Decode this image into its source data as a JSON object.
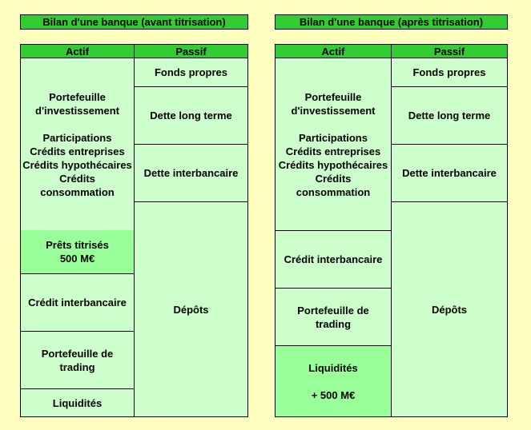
{
  "before": {
    "title": "Bilan d'une banque (avant titrisation)",
    "actif_header": "Actif",
    "passif_header": "Passif",
    "actif": {
      "portefeuille_line1": "Portefeuille",
      "portefeuille_line2": "d'investissement",
      "participations": "Participations",
      "credits_entreprises": "Crédits entreprises",
      "credits_hypothecaires": "Crédits hypothécaires",
      "credits": "Crédits",
      "consommation": "consommation",
      "prets_titrises": "Prêts titrisés",
      "prets_amount": "500 M€",
      "credit_interbancaire": "Crédit interbancaire",
      "trading_line1": "Portefeuille de",
      "trading_line2": "trading",
      "liquidites": "Liquidités"
    },
    "passif": {
      "fonds_propres": "Fonds propres",
      "dette_long_terme": "Dette long terme",
      "dette_interbancaire": "Dette interbancaire",
      "depots": "Dépôts"
    }
  },
  "after": {
    "title": "Bilan d'une banque (après titrisation)",
    "actif_header": "Actif",
    "passif_header": "Passif",
    "actif": {
      "portefeuille_line1": "Portefeuille",
      "portefeuille_line2": "d'investissement",
      "participations": "Participations",
      "credits_entreprises": "Crédits entreprises",
      "credits_hypothecaires": "Crédits hypothécaires",
      "credits": "Crédits",
      "consommation": "consommation",
      "credit_interbancaire": "Crédit interbancaire",
      "trading_line1": "Portefeuille de",
      "trading_line2": "trading",
      "liquidites": "Liquidités",
      "liquidites_amount": "+ 500 M€"
    },
    "passif": {
      "fonds_propres": "Fonds propres",
      "dette_long_terme": "Dette long terme",
      "dette_interbancaire": "Dette interbancaire",
      "depots": "Dépôts"
    }
  },
  "colors": {
    "background": "#FFFFC0",
    "header": "#33CC33",
    "cell": "#CCFFCC",
    "highlight": "#99FF99"
  }
}
